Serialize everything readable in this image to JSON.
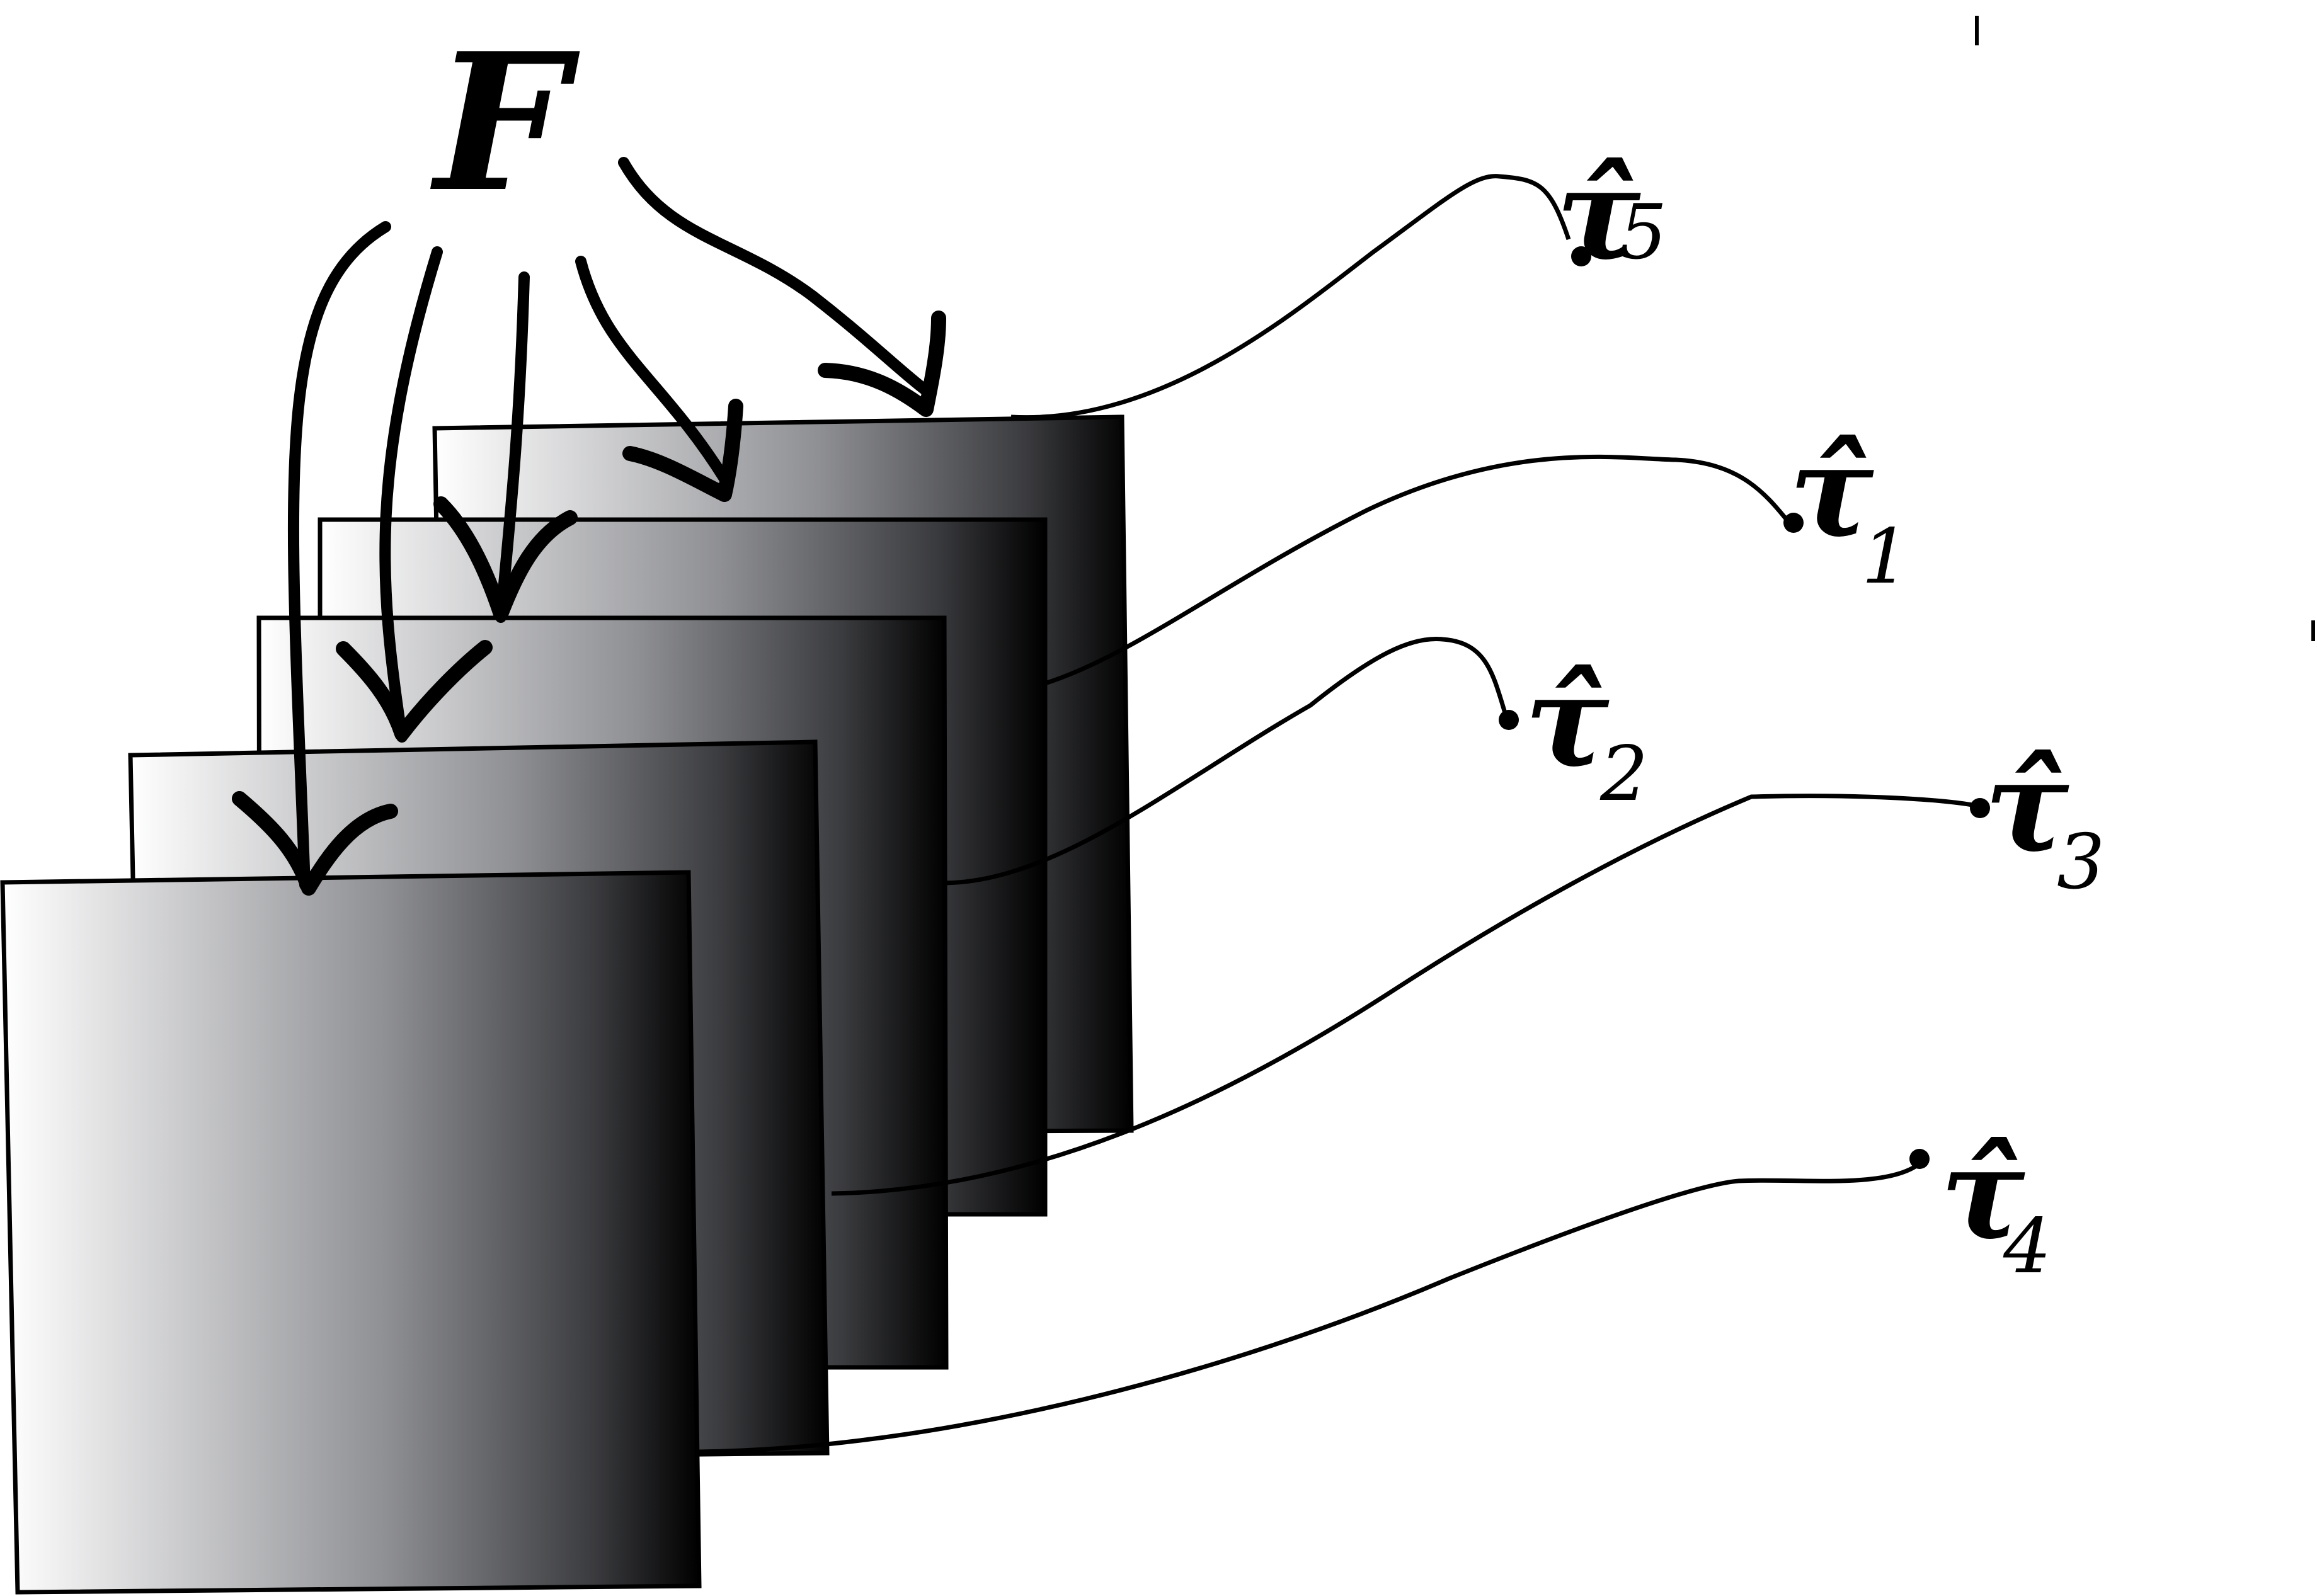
{
  "source_symbol": "F",
  "layers": [
    {
      "id": "layer-5",
      "label_base": "τ̂",
      "label_sub": "5"
    },
    {
      "id": "layer-1",
      "label_base": "τ̂",
      "label_sub": "1"
    },
    {
      "id": "layer-2",
      "label_base": "τ̂",
      "label_sub": "2"
    },
    {
      "id": "layer-3",
      "label_base": "τ̂",
      "label_sub": "3"
    },
    {
      "id": "layer-4",
      "label_base": "τ̂",
      "label_sub": "4"
    }
  ],
  "colors": {
    "gradient_light": "#ffffff",
    "gradient_mid": "#8f9094",
    "gradient_dark": "#000000",
    "ink": "#000000"
  }
}
